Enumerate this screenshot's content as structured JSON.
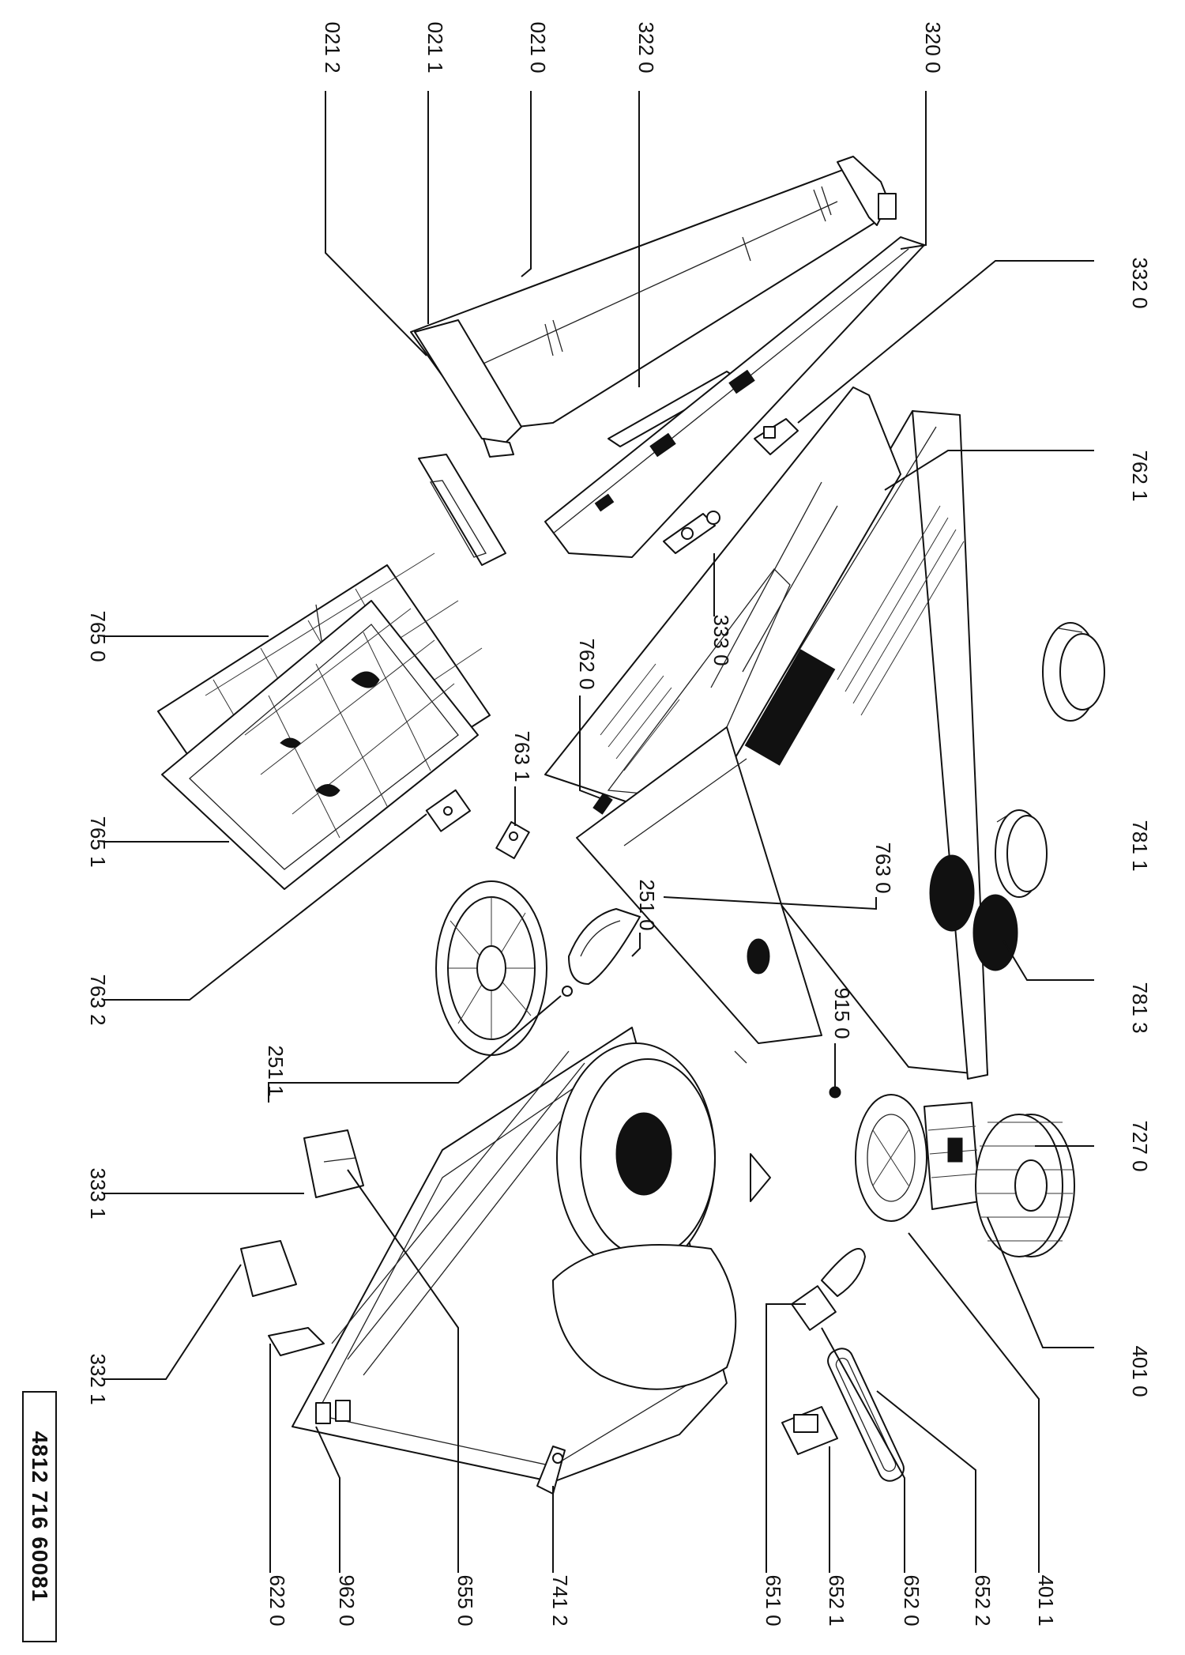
{
  "document_number": "4812 716 60081",
  "callouts": [
    {
      "id": "c0212",
      "text": "021 2"
    },
    {
      "id": "c0211",
      "text": "021 1"
    },
    {
      "id": "c0210",
      "text": "021 0"
    },
    {
      "id": "c3220",
      "text": "322 0"
    },
    {
      "id": "c3200",
      "text": "320 0"
    },
    {
      "id": "c3320",
      "text": "332 0"
    },
    {
      "id": "c7621",
      "text": "762 1"
    },
    {
      "id": "c7650",
      "text": "765 0"
    },
    {
      "id": "c7631",
      "text": "763 1"
    },
    {
      "id": "c7620",
      "text": "762 0"
    },
    {
      "id": "c3330",
      "text": "333 0"
    },
    {
      "id": "c7651",
      "text": "765 1"
    },
    {
      "id": "c7630",
      "text": "763 0"
    },
    {
      "id": "c7811",
      "text": "781 1"
    },
    {
      "id": "c7632",
      "text": "763 2"
    },
    {
      "id": "c2511",
      "text": "251 1"
    },
    {
      "id": "c2510",
      "text": "251 0"
    },
    {
      "id": "c9150",
      "text": "915 0"
    },
    {
      "id": "c7813",
      "text": "781 3"
    },
    {
      "id": "c3331",
      "text": "333 1"
    },
    {
      "id": "c7270",
      "text": "727 0"
    },
    {
      "id": "c3321",
      "text": "332 1"
    },
    {
      "id": "c4010",
      "text": "401 0"
    },
    {
      "id": "c6220",
      "text": "622 0"
    },
    {
      "id": "c9620",
      "text": "962 0"
    },
    {
      "id": "c6550",
      "text": "655 0"
    },
    {
      "id": "c7412",
      "text": "741 2"
    },
    {
      "id": "c6510",
      "text": "651 0"
    },
    {
      "id": "c6521",
      "text": "652 1"
    },
    {
      "id": "c6520",
      "text": "652 0"
    },
    {
      "id": "c6522",
      "text": "652 2"
    },
    {
      "id": "c4011",
      "text": "401 1"
    }
  ]
}
